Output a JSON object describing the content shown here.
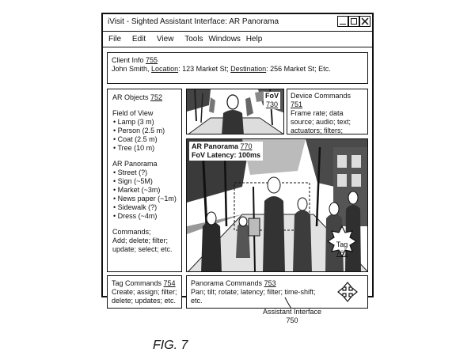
{
  "window": {
    "title": "iVisit - Sighted Assistant Interface: AR Panorama"
  },
  "menu": [
    "File",
    "Edit",
    "View",
    "Tools",
    "Windows",
    "Help"
  ],
  "client_info": {
    "label": "Client Info",
    "ref": "755",
    "name": "John Smith,",
    "location_label": "Location",
    "location_value": ": 123 Market St;",
    "destination_label": "Destination",
    "destination_value": ": 256 Market St; Etc."
  },
  "ar_objects": {
    "label": "AR Objects",
    "ref": "752",
    "fov_heading": "Field of View",
    "fov_items": [
      "• Lamp (3 m)",
      "• Person (2.5 m)",
      "• Coat (2.5 m)",
      "• Tree (10 m)"
    ],
    "pano_heading": "AR Panorama",
    "pano_items": [
      "• Street (?)",
      "• Sign (~5M)",
      "• Market (~3m)",
      "• News paper (~1m)",
      "• Sidewalk (?)",
      "• Dress (~4m)"
    ],
    "commands_heading": "Commands;",
    "commands_text": "Add; delete; filter; update; select; etc."
  },
  "fov_view": {
    "label": "FoV",
    "ref": "730"
  },
  "device_commands": {
    "label": "Device Commands",
    "ref": "751",
    "text": "Frame rate; data source; audio; text; actuators; filters; send/receive objects; record; instructions; etc."
  },
  "panorama_view": {
    "label": "AR Panorama",
    "ref": "770",
    "latency": "FoV Latency: 100ms",
    "tag_label": "Tag",
    "tag_ref": "761"
  },
  "tag_commands": {
    "label": "Tag Commands",
    "ref": "754",
    "text": "Create; assign; filter; delete; updates; etc."
  },
  "panorama_commands": {
    "label": "Panorama Commands",
    "ref": "753",
    "text": "Pan; tilt; rotate; latency; filter; time-shift; etc.",
    "icon": "move-arrows-icon"
  },
  "callout": {
    "line1": "Assistant Interface",
    "line2": "750"
  },
  "figure_caption": "FIG. 7",
  "colors": {
    "ink": "#111111",
    "paper": "#ffffff"
  }
}
